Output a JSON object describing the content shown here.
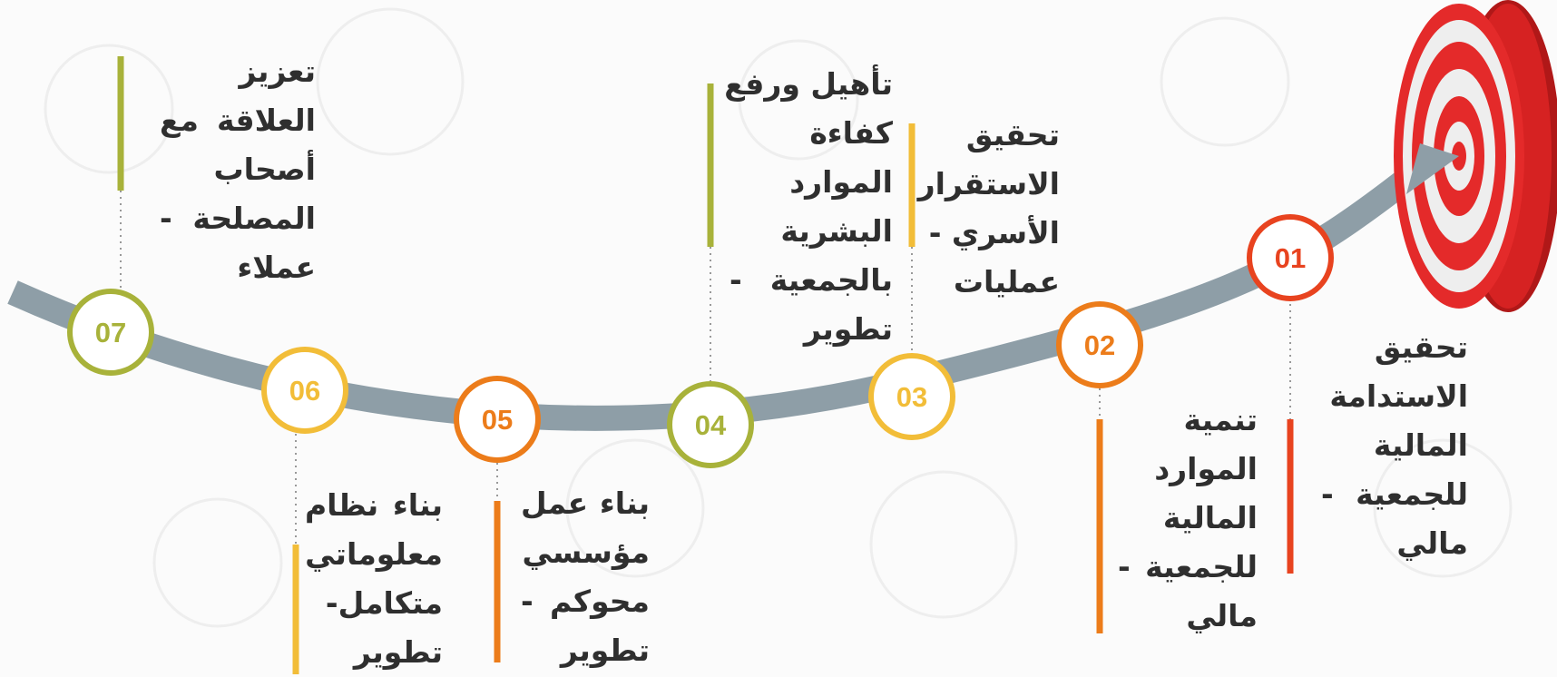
{
  "steps": [
    {
      "number": "01",
      "color": "#e8431f",
      "lines": [
        "تحقيق",
        "الاستدامة",
        "المالية",
        "للجمعية -",
        "مالي"
      ]
    },
    {
      "number": "02",
      "color": "#ec7c1a",
      "lines": [
        "تنمية",
        "الموارد",
        "المالية",
        "للجمعية -",
        "مالي"
      ]
    },
    {
      "number": "03",
      "color": "#f2bd38",
      "lines": [
        "تحقيق",
        "الاستقرار",
        "الأسري -",
        "عمليات"
      ]
    },
    {
      "number": "04",
      "color": "#a8b23a",
      "lines": [
        "تأهيل ورفع",
        "كفاءة",
        "الموارد",
        "البشرية",
        "بالجمعية -",
        "تطوير"
      ]
    },
    {
      "number": "05",
      "color": "#ec7c1a",
      "lines": [
        "بناء عمل",
        "مؤسسي",
        "محوكم -",
        "تطوير"
      ]
    },
    {
      "number": "06",
      "color": "#f2bd38",
      "lines": [
        "بناء نظام",
        "معلوماتي",
        "متكامل-",
        "تطوير"
      ]
    },
    {
      "number": "07",
      "color": "#a8b23a",
      "lines": [
        "تعزيز",
        "العلاقة مع",
        "أصحاب",
        "المصلحة -",
        "عملاء"
      ]
    }
  ],
  "colors": {
    "path": "#8e9ea7",
    "target_red": "#e42a2a",
    "target_white": "#eeeeee",
    "label_text": "#2f2f2f"
  }
}
